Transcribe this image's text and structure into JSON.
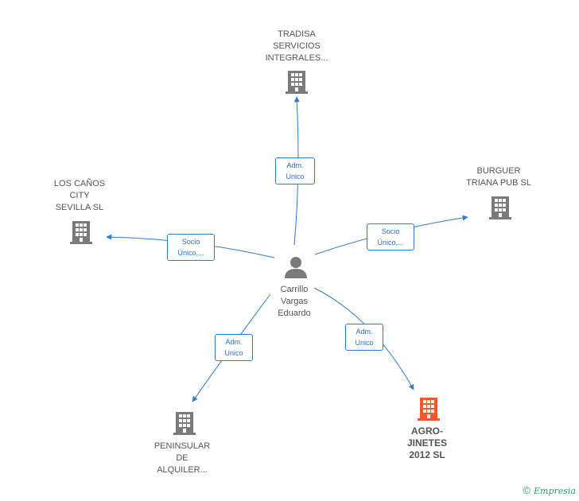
{
  "center": {
    "label": "Carrillo\nVargas\nEduardo"
  },
  "nodes": {
    "tradisa": {
      "label": "TRADISA\nSERVICIOS\nINTEGRALES..."
    },
    "burguer": {
      "label": "BURGUER\nTRIANA PUB SL"
    },
    "canos": {
      "label": "LOS CAÑOS\nCITY\nSEVILLA  SL"
    },
    "peninsular": {
      "label": "PENINSULAR\nDE\nALQUILER..."
    },
    "agro": {
      "label": "AGRO-\nJINETES\n2012 SL"
    }
  },
  "edges": {
    "tradisa": "Adm.\nUnico",
    "burguer": "Socio\nÚnico,...",
    "canos": "Socio\nÚnico,...",
    "peninsular": "Adm.\nUnico",
    "agro": "Adm.\nUnico"
  },
  "colors": {
    "edge": "#2e7bd0",
    "building": "#7a7a7a",
    "highlight": "#f05a2a",
    "person": "#7a7a7a"
  },
  "footer": {
    "copyright": "©",
    "brand": "Empresia"
  }
}
